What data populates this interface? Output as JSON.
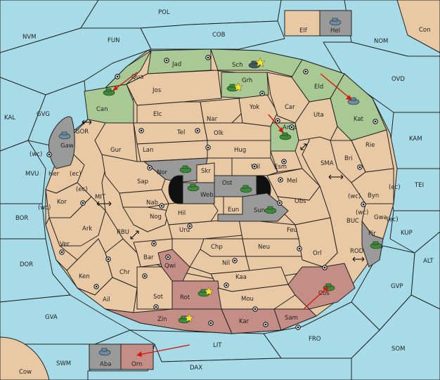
{
  "colors": {
    "sea": "#a8dbe8",
    "land": "#e9c9a4",
    "green": "#a9c994",
    "red": "#c48e86",
    "gray": "#9a9a9a",
    "supply_center": "#000000",
    "order_arrow": "#d21a12",
    "army_green": "#3f8a3a",
    "army_blue": "#7089a8"
  },
  "provinces": {
    "POL": "POL",
    "NVM": "NVM",
    "FUN": "FUN",
    "COB": "COB",
    "NOM": "NOM",
    "Con": "Con",
    "Elf": "Elf",
    "Hel": "Hel",
    "OVD": "OVD",
    "KAL": "KAL",
    "GVG": "GVG",
    "GOR": "GOR",
    "KAM": "KAM",
    "MVU": "MVU",
    "SMA": "SMA",
    "TEI": "TEI",
    "BOR": "BOR",
    "MIT": "MIT",
    "RBU": "RBU",
    "BUC": "BUC",
    "KUP": "KUP",
    "ROD": "ROD",
    "DOR": "DOR",
    "ALT": "ALT",
    "GVP": "GVP",
    "GVA": "GVA",
    "FRO": "FRO",
    "SOM": "SOM",
    "LIT": "LIT",
    "SWM": "SWM",
    "DAX": "DAX",
    "Cow": "Cow",
    "Aba": "Aba",
    "Orn": "Orn",
    "Qua": "Qua",
    "Jad": "Jad",
    "Sch": "Sch",
    "Can": "Can",
    "Jos": "Jos",
    "Grh": "Grh",
    "Eld": "Eld",
    "Elc": "Elc",
    "Nar": "Nar",
    "Yok": "Yok",
    "Car": "Car",
    "Uta": "Uta",
    "Kat": "Kat",
    "Gaw": "Gaw",
    "Tel": "Tel",
    "Olk": "Olk",
    "Amp": "Amp",
    "Gur": "Gur",
    "Lan": "Lan",
    "Hug": "Hug",
    "Rie": "Rie",
    "Bri": "Bri",
    "Nor": "Nor",
    "Wil": "Wil",
    "Esm": "Esm",
    "Her": "Her",
    "Skr": "Skr",
    "Ost": "Ost",
    "Sap": "Sap",
    "Web": "Web",
    "Mel": "Mel",
    "Byn": "Byn",
    "Kor": "Kor",
    "Nab": "Nab",
    "Eun": "Eun",
    "Obs": "Obs",
    "Hil": "Hil",
    "Sun": "Sun",
    "Gwa": "Gwa",
    "Nog": "Nog",
    "Ark": "Ark",
    "Uru": "Uru",
    "Feu": "Feu",
    "Pir": "Pir",
    "Ver": "Ver",
    "Chp": "Chp",
    "Neu": "Neu",
    "Bar": "Bar",
    "Nil": "Nil",
    "Orl": "Orl",
    "Qwi": "Qwi",
    "Ken": "Ken",
    "Chr": "Chr",
    "Kaa": "Kaa",
    "Rot": "Rot",
    "Cos": "Cos",
    "Ail": "Ail",
    "Sot": "Sot",
    "Mou": "Mou",
    "Zin": "Zin",
    "Kar": "Kar",
    "Sam": "Sam"
  },
  "coast_tags": {
    "wc": "(wc)",
    "ec": "(ec)"
  }
}
